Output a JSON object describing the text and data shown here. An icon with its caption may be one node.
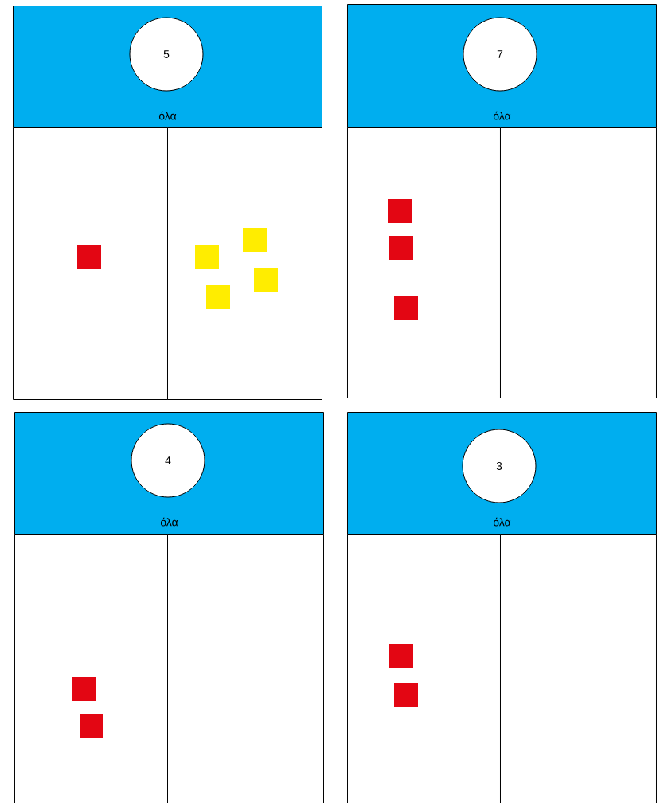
{
  "diagram": {
    "nodes": [
      {
        "text": [
          "όλα"
        ]
      },
      {
        "text": [
          "5"
        ],
        "in": 0
      },
      {
        "text": [],
        "shape": "box"
      },
      {
        "text": [],
        "shape": "box"
      },
      {
        "text": [
          "όλα"
        ]
      },
      {
        "text": [
          "7"
        ],
        "in": 4
      },
      {
        "text": [],
        "shape": "box"
      },
      {
        "text": [],
        "shape": "box"
      },
      {
        "text": [
          "όλα"
        ]
      },
      {
        "text": [
          "4"
        ],
        "in": 8
      },
      {
        "text": [],
        "shape": "box"
      },
      {
        "text": [],
        "shape": "box"
      },
      {
        "text": [
          "όλα"
        ]
      },
      {
        "text": [
          "3"
        ],
        "in": 12
      },
      {
        "text": [],
        "shape": "box"
      },
      {
        "text": [],
        "shape": "box"
      }
    ]
  }
}
